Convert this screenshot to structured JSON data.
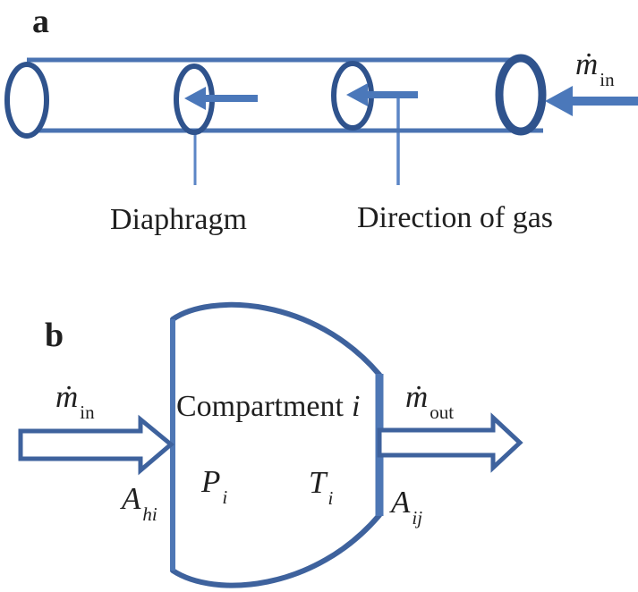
{
  "colors": {
    "line_blue": "#4a73b2",
    "cap_blue": "#2f538d",
    "arrow_blue": "#4b78ba",
    "leader_blue": "#5c86c6",
    "shape_blue": "#3e629d",
    "wall_blue": "#4e77b5",
    "text_dark": "#1f1f1f",
    "fill_white": "#ffffff"
  },
  "panel_a": {
    "label": "a",
    "diaphragm_label": "Diaphragm",
    "direction_label": "Direction of gas",
    "m_in": {
      "symbol": "ṁ",
      "subscript": "in"
    }
  },
  "panel_b": {
    "label": "b",
    "compartment_word": "Compartment",
    "compartment_index": "i",
    "m_in": {
      "symbol": "ṁ",
      "subscript": "in"
    },
    "m_out": {
      "symbol": "ṁ",
      "subscript": "out"
    },
    "pressure": {
      "symbol": "P",
      "subscript": "i"
    },
    "temperature": {
      "symbol": "T",
      "subscript": "i"
    },
    "area_left": {
      "symbol": "A",
      "subscript": "hi"
    },
    "area_right": {
      "symbol": "A",
      "subscript": "ij"
    }
  }
}
